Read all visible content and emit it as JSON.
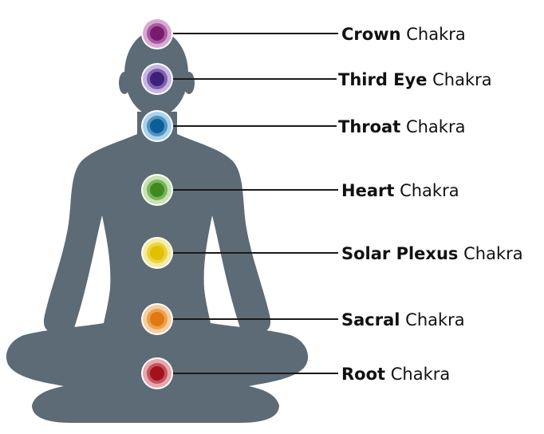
{
  "colors": {
    "silhouette": "#5c6b76",
    "leader_line": "#1a1a1a",
    "label_text": "#111111"
  },
  "chakras": [
    {
      "name": "Crown",
      "suffix": "Chakra",
      "color": "#7a1a6e",
      "halo": "#d9a9d4"
    },
    {
      "name": "Third Eye",
      "suffix": "Chakra",
      "color": "#3f1f7a",
      "halo": "#c7b6e3"
    },
    {
      "name": "Throat",
      "suffix": "Chakra",
      "color": "#0b5f96",
      "halo": "#a9d3ee"
    },
    {
      "name": "Heart",
      "suffix": "Chakra",
      "color": "#3f8a1f",
      "halo": "#c6e3b0"
    },
    {
      "name": "Solar Plexus",
      "suffix": "Chakra",
      "color": "#e2c000",
      "halo": "#f6ec9c"
    },
    {
      "name": "Sacral",
      "suffix": "Chakra",
      "color": "#e07a10",
      "halo": "#f6cf9f"
    },
    {
      "name": "Root",
      "suffix": "Chakra",
      "color": "#a3101e",
      "halo": "#e8a7ad"
    }
  ]
}
